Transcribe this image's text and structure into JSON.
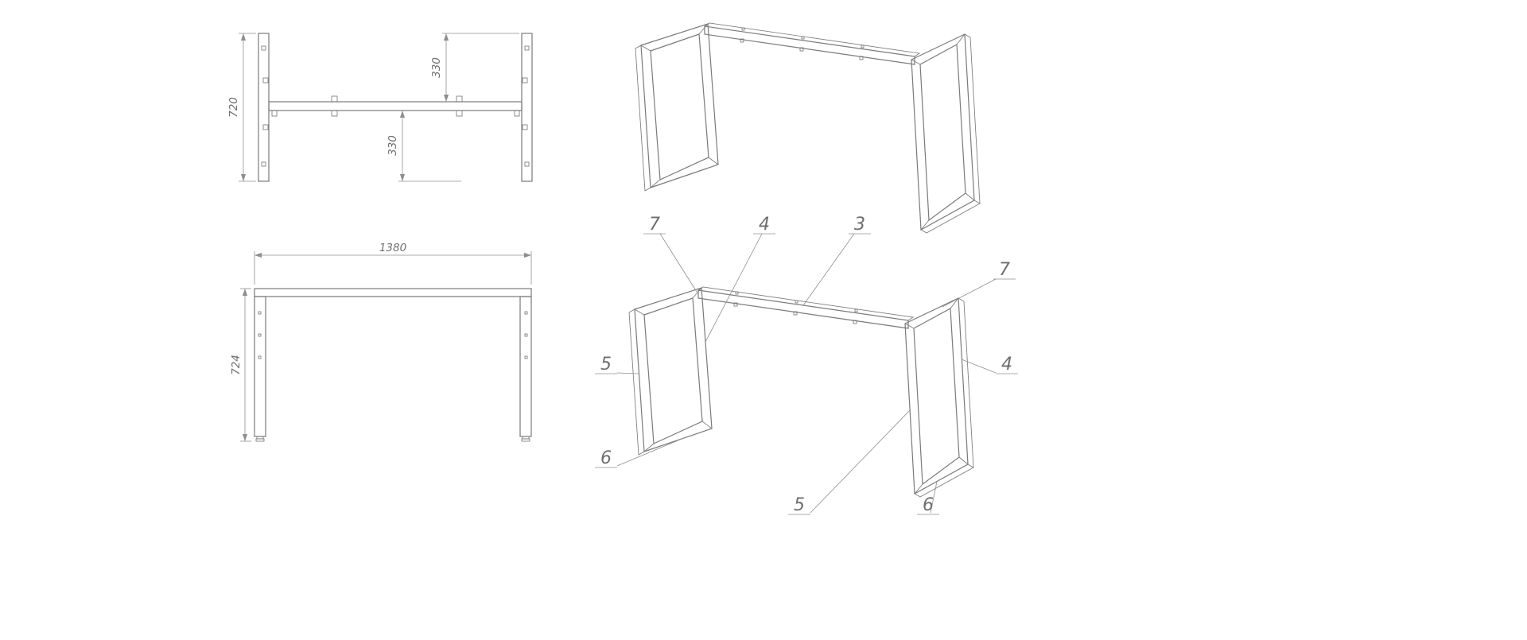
{
  "style": {
    "background": "#ffffff",
    "part_line_color": "#7a7a7a",
    "dim_line_color": "#8f8f8f",
    "text_color": "#6e6e6e"
  },
  "top_view": {
    "dims": {
      "depth": "720",
      "upper": "330",
      "lower": "330"
    }
  },
  "front_view": {
    "dims": {
      "width": "1380",
      "height": "724"
    }
  },
  "callout_view": {
    "callouts": [
      {
        "label": "7"
      },
      {
        "label": "4"
      },
      {
        "label": "3"
      },
      {
        "label": "7"
      },
      {
        "label": "5"
      },
      {
        "label": "4"
      },
      {
        "label": "6"
      },
      {
        "label": "5"
      },
      {
        "label": "6"
      }
    ]
  }
}
